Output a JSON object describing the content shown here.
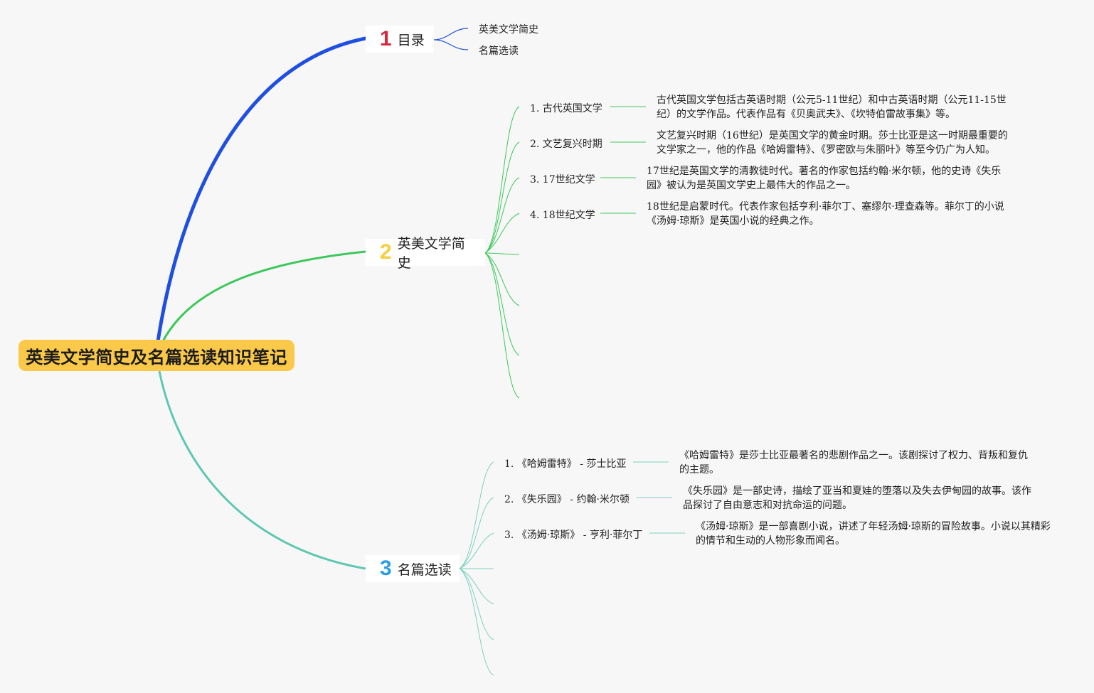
{
  "root": {
    "title": "英美文学简史及名篇选读知识笔记"
  },
  "colors": {
    "root_bg": "#fbc94a",
    "branch1": "#1f4fe0",
    "branch2": "#3cc85a",
    "branch3": "#5ec7b2",
    "num1": "#d8283a",
    "num2": "#f6cf3e",
    "num3": "#2a9de8"
  },
  "branches": [
    {
      "number": "1",
      "label": "目录",
      "children": [
        {
          "label": "英美文学简史"
        },
        {
          "label": "名篇选读"
        }
      ]
    },
    {
      "number": "2",
      "label": "英美文学简史",
      "children": [
        {
          "label": "1. 古代英国文学",
          "desc": [
            "古代英国文学包括古英语时期（公元5-11世纪）和中古英语时期（公元11-15世",
            "纪）的文学作品。代表作品有《贝奥武夫》、《坎特伯雷故事集》等。"
          ]
        },
        {
          "label": "2. 文艺复兴时期",
          "desc": [
            "文艺复兴时期（16世纪）是英国文学的黄金时期。莎士比亚是这一时期最重要的",
            "文学家之一，他的作品《哈姆雷特》、《罗密欧与朱丽叶》等至今仍广为人知。"
          ]
        },
        {
          "label": "3. 17世纪文学",
          "desc": [
            "17世纪是英国文学的清教徒时代。著名的作家包括约翰·米尔顿，他的史诗《失乐",
            "园》被认为是英国文学史上最伟大的作品之一。"
          ]
        },
        {
          "label": "4. 18世纪文学",
          "desc": [
            "18世纪是启蒙时代。代表作家包括亨利·菲尔丁、塞缪尔·理查森等。菲尔丁的小说",
            "《汤姆·琼斯》是英国小说的经典之作。"
          ]
        }
      ]
    },
    {
      "number": "3",
      "label": "名篇选读",
      "children": [
        {
          "label": "1. 《哈姆雷特》 - 莎士比亚",
          "desc": [
            "《哈姆雷特》是莎士比亚最著名的悲剧作品之一。该剧探讨了权力、背叛和复仇",
            "的主题。"
          ]
        },
        {
          "label": "2. 《失乐园》 - 约翰·米尔顿",
          "desc": [
            "《失乐园》是一部史诗，描绘了亚当和夏娃的堕落以及失去伊甸园的故事。该作",
            "品探讨了自由意志和对抗命运的问题。"
          ]
        },
        {
          "label": "3. 《汤姆·琼斯》 - 亨利·菲尔丁",
          "desc": [
            "《汤姆·琼斯》是一部喜剧小说，讲述了年轻汤姆·琼斯的冒险故事。小说以其精彩",
            "的情节和生动的人物形象而闻名。"
          ]
        }
      ]
    }
  ]
}
